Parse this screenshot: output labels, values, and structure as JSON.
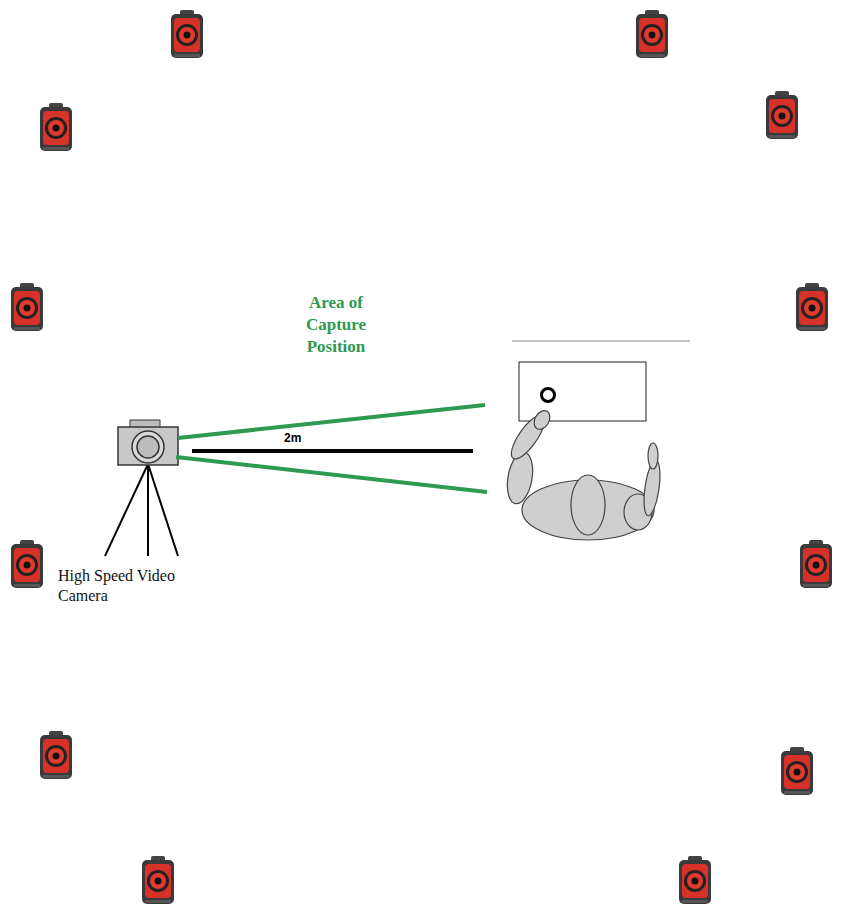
{
  "diagram": {
    "labels": [
      "Area of Capture Position",
      "2m",
      "High Speed Video Camera"
    ]
  }
}
